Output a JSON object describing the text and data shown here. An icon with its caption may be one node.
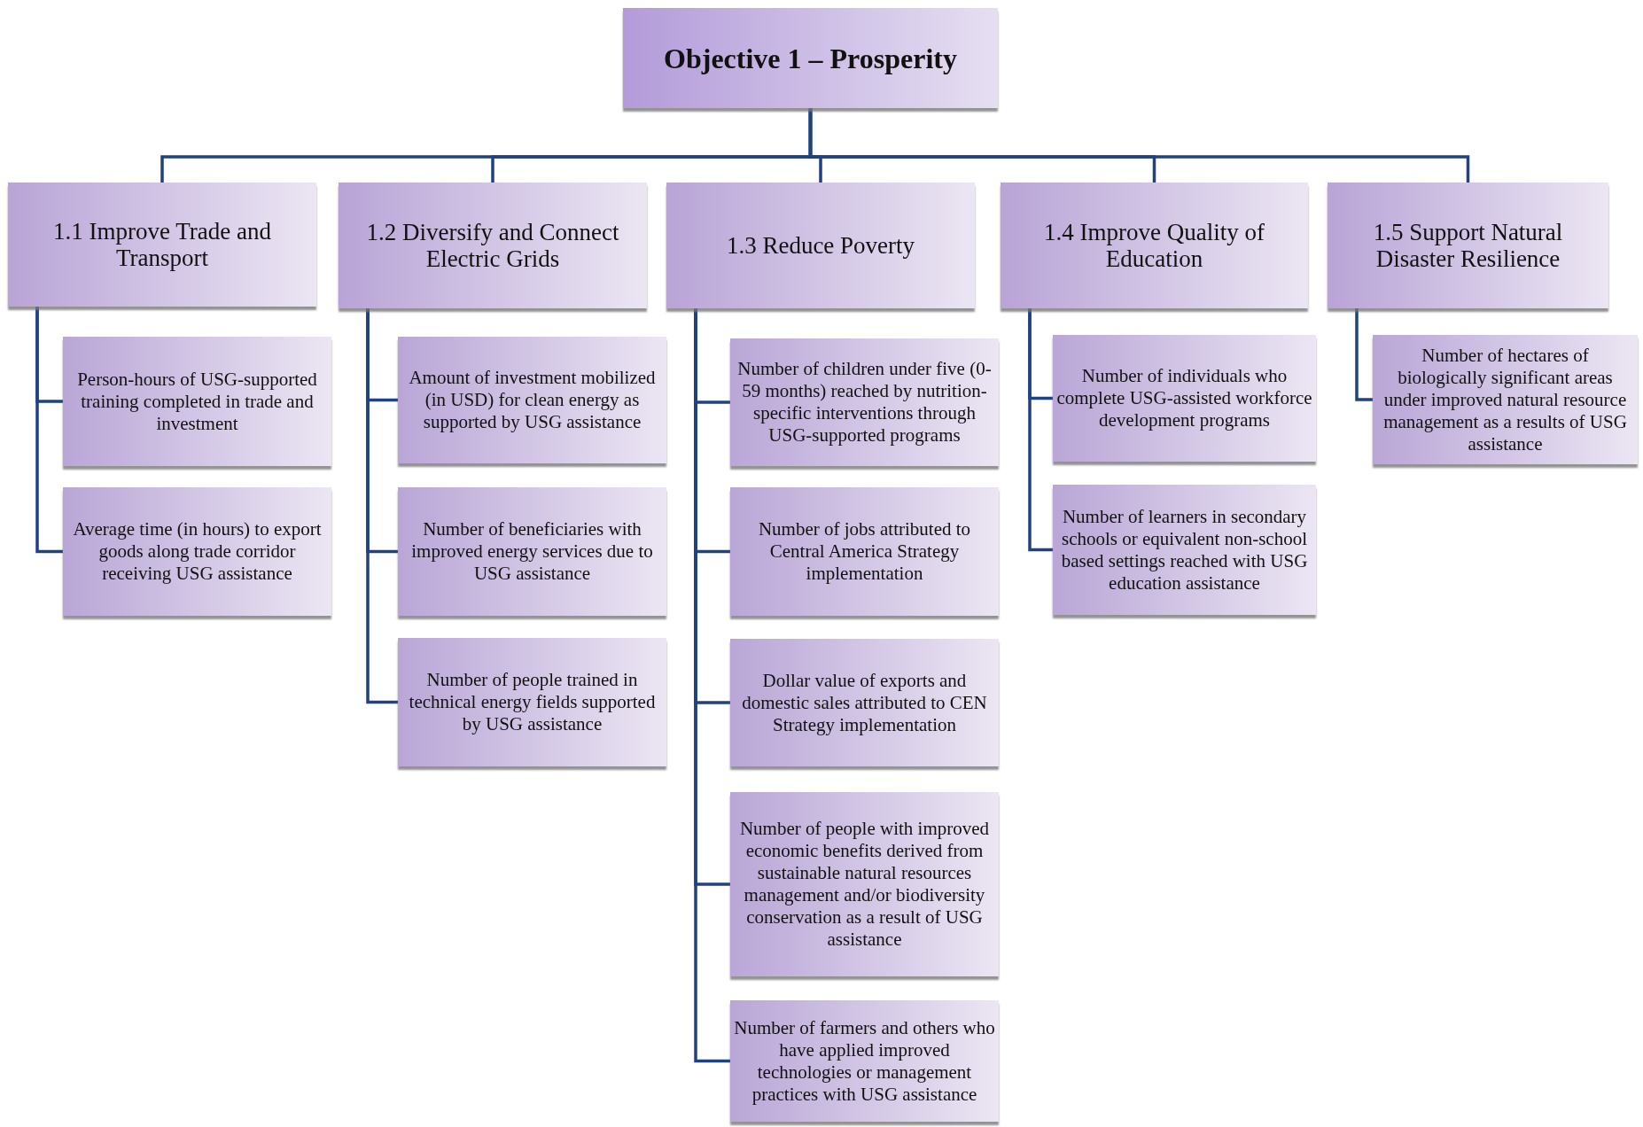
{
  "diagram": {
    "nodes": [
      {
        "text": [
          "Objective 1 – Prosperity"
        ]
      },
      {
        "text": [
          "1.1 Improve Trade and Transport"
        ]
      },
      {
        "text": [
          "1.2 Diversify and Connect Electric Grids"
        ]
      },
      {
        "text": [
          "1.3 Reduce Poverty"
        ]
      },
      {
        "text": [
          "1.4 Improve Quality of Education"
        ]
      },
      {
        "text": [
          "1.5 Support Natural Disaster Resilience"
        ]
      },
      {
        "text": [
          "Person-hours of USG-supported training completed in trade and investment"
        ]
      },
      {
        "text": [
          "Average time (in hours) to export goods along trade corridor receiving USG assistance"
        ]
      },
      {
        "text": [
          "Amount of investment mobilized (in USD) for clean energy as supported by USG assistance"
        ]
      },
      {
        "text": [
          "Number of beneficiaries with improved energy services due to USG assistance"
        ]
      },
      {
        "text": [
          "Number of people trained in technical energy fields supported by USG assistance"
        ]
      },
      {
        "text": [
          "Number of children under five (0-59 months) reached by nutrition-specific interventions through USG-supported programs"
        ]
      },
      {
        "text": [
          "Number of jobs attributed to Central America Strategy implementation"
        ]
      },
      {
        "text": [
          "Dollar value of exports and domestic sales attributed to CEN Strategy implementation"
        ]
      },
      {
        "text": [
          "Number of people with improved economic benefits derived from sustainable natural resources management and/or biodiversity conservation as a result of USG assistance"
        ]
      },
      {
        "text": [
          "Number of farmers and others who have applied improved technologies or management practices with USG assistance"
        ]
      },
      {
        "text": [
          "Number of individuals who complete USG-assisted workforce development programs"
        ]
      },
      {
        "text": [
          "Number of learners in secondary schools or equivalent non-school based settings reached with USG education assistance"
        ]
      },
      {
        "text": [
          "Number of hectares of biologically significant areas under improved natural resource management as a results of USG assistance"
        ]
      }
    ],
    "edges": [
      {
        "from": 0,
        "to": 1,
        "arrow": "none"
      },
      {
        "from": 0,
        "to": 2,
        "arrow": "none"
      },
      {
        "from": 0,
        "to": 3,
        "arrow": "none"
      },
      {
        "from": 0,
        "to": 4,
        "arrow": "none"
      },
      {
        "from": 0,
        "to": 5,
        "arrow": "none"
      },
      {
        "from": 1,
        "to": 6,
        "arrow": "none"
      },
      {
        "from": 1,
        "to": 7,
        "arrow": "none"
      },
      {
        "from": 2,
        "to": 8,
        "arrow": "none"
      },
      {
        "from": 2,
        "to": 9,
        "arrow": "none"
      },
      {
        "from": 2,
        "to": 10,
        "arrow": "none"
      },
      {
        "from": 3,
        "to": 11,
        "arrow": "none"
      },
      {
        "from": 3,
        "to": 12,
        "arrow": "none"
      },
      {
        "from": 3,
        "to": 13,
        "arrow": "none"
      },
      {
        "from": 3,
        "to": 14,
        "arrow": "none"
      },
      {
        "from": 3,
        "to": 15,
        "arrow": "none"
      },
      {
        "from": 4,
        "to": 16,
        "arrow": "none"
      },
      {
        "from": 4,
        "to": 17,
        "arrow": "none"
      },
      {
        "from": 5,
        "to": 18,
        "arrow": "none"
      }
    ]
  }
}
